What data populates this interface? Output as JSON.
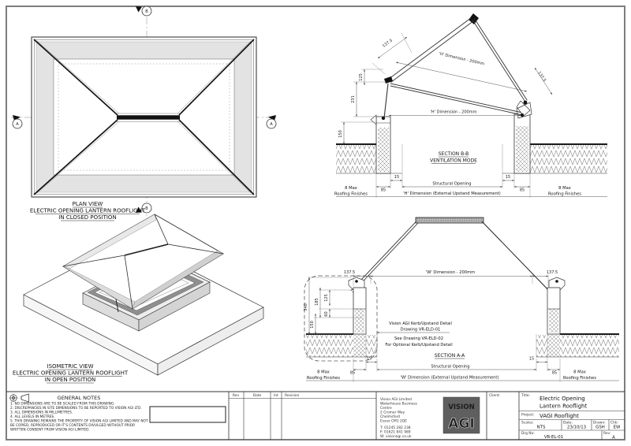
{
  "plan": {
    "title1": "PLAN VIEW",
    "title2": "ELECTRIC OPENING LANTERN ROOFLIGHT",
    "title3": "IN CLOSED POSITION",
    "marker_a": "A",
    "marker_b": "B"
  },
  "iso": {
    "title1": "ISOMETRIC VIEW",
    "title2": "ELECTRIC OPENING LANTERN ROOFLIGHT",
    "title3": "IN OPEN POSITION"
  },
  "section_bb": {
    "title": "SECTION B-B",
    "subtitle": "VENTILATION MODE",
    "dim_hip_left": "137.5",
    "dim_hip_right": "137.5",
    "dim_slope": "'H' Dimension - 200mm",
    "dim_horiz": "'H' Dimension - 200mm",
    "dim_125": "125",
    "dim_231": "231",
    "dim_150": "150",
    "dim_15_left": "15",
    "dim_15_right": "15",
    "dim_85_left": "85",
    "dim_85_right": "85",
    "structural_opening": "Structural Opening",
    "upstand_dim": "'H' Dimension (External Upstand Measurement)",
    "finish_left1": "8 Max",
    "finish_left2": "Roofing Finishes",
    "finish_right1": "8 Max",
    "finish_right2": "Roofing Finishes"
  },
  "section_aa": {
    "title": "SECTION A-A",
    "dim_hip_left": "137.5",
    "dim_hip_right": "137.5",
    "dim_w": "'W' Dimension - 200mm",
    "dim_340": "340",
    "dim_185": "185",
    "dim_125": "125",
    "dim_60": "60",
    "dim_150": "150",
    "dim_15_left": "15",
    "dim_15_right": "15",
    "dim_85_left": "85",
    "dim_85_right": "85",
    "structural_opening": "Structural Opening",
    "upstand_dim": "'W' Dimension (External Upstand Measurement)",
    "finish_left1": "8 Max",
    "finish_left2": "Roofing Finishes",
    "finish_right1": "8 Max",
    "finish_right2": "Roofing Finishes",
    "note1a": "Vision AGI Kerb/Upstand Detail",
    "note1b": "Drawing VR-ELD-01",
    "note2a": "See Drawing VR-ELD-02",
    "note2b": "For Optional Kerb/Upstand Detail"
  },
  "notes": {
    "title": "GENERAL NOTES",
    "lines": [
      "1. NO DIMENSIONS ARE TO BE SCALED FROM THIS DRAWING.",
      "2. DISCREPANCIES IN SITE DIMENSIONS TO BE REPORTED TO VISION AGI LTD.",
      "3. ALL DIMENSIONS IN MILLIMETRES.",
      "4. ALL LEVELS IN METRES.",
      "5. THIS DRAWING REMAINS THE PROPERTY OF VISION AGI LIMITED AND MAY NOT",
      "    BE COPIED, REPRODUCED OR IT'S CONTENTS DIVULGED WITHOUT PRIOR",
      "    WRITTEN CONSENT FROM  VISION AGI LIMITED."
    ]
  },
  "rev_table": {
    "col_rev": "Rev",
    "col_date": "Date",
    "col_int": "Int",
    "col_revision": "Revision"
  },
  "company": {
    "line1": "Vision AGI Limited",
    "line2": "Waterhouse Business",
    "line3": "Centre",
    "line4": "2 Cromar Way",
    "line5": "Chelmsford",
    "line6": "Essex CM1 2QE",
    "tel": "T: 01245 282 238",
    "fax": "F: 01621 841 989",
    "web": "W: visionagi.co.uk"
  },
  "logo": {
    "word": "VISION",
    "sub": "AGI"
  },
  "tb": {
    "client_label": "Client:",
    "title_label": "Title:",
    "title1": "Electric Opening",
    "title2": "Lantern Rooflight",
    "project_label": "Project:",
    "project": "VAGI Rooflight",
    "scales_label": "Scales:",
    "scales": "NTS",
    "date_label": "Date:",
    "date": "23/10/13",
    "drawn_label": "Drawn:",
    "drawn": "GSH",
    "chk_label": "Chk:",
    "chk": "EW",
    "drg_label": "Drg No:",
    "drg": "VR-EL-01",
    "rev_label": "Rev:",
    "rev": "A"
  }
}
